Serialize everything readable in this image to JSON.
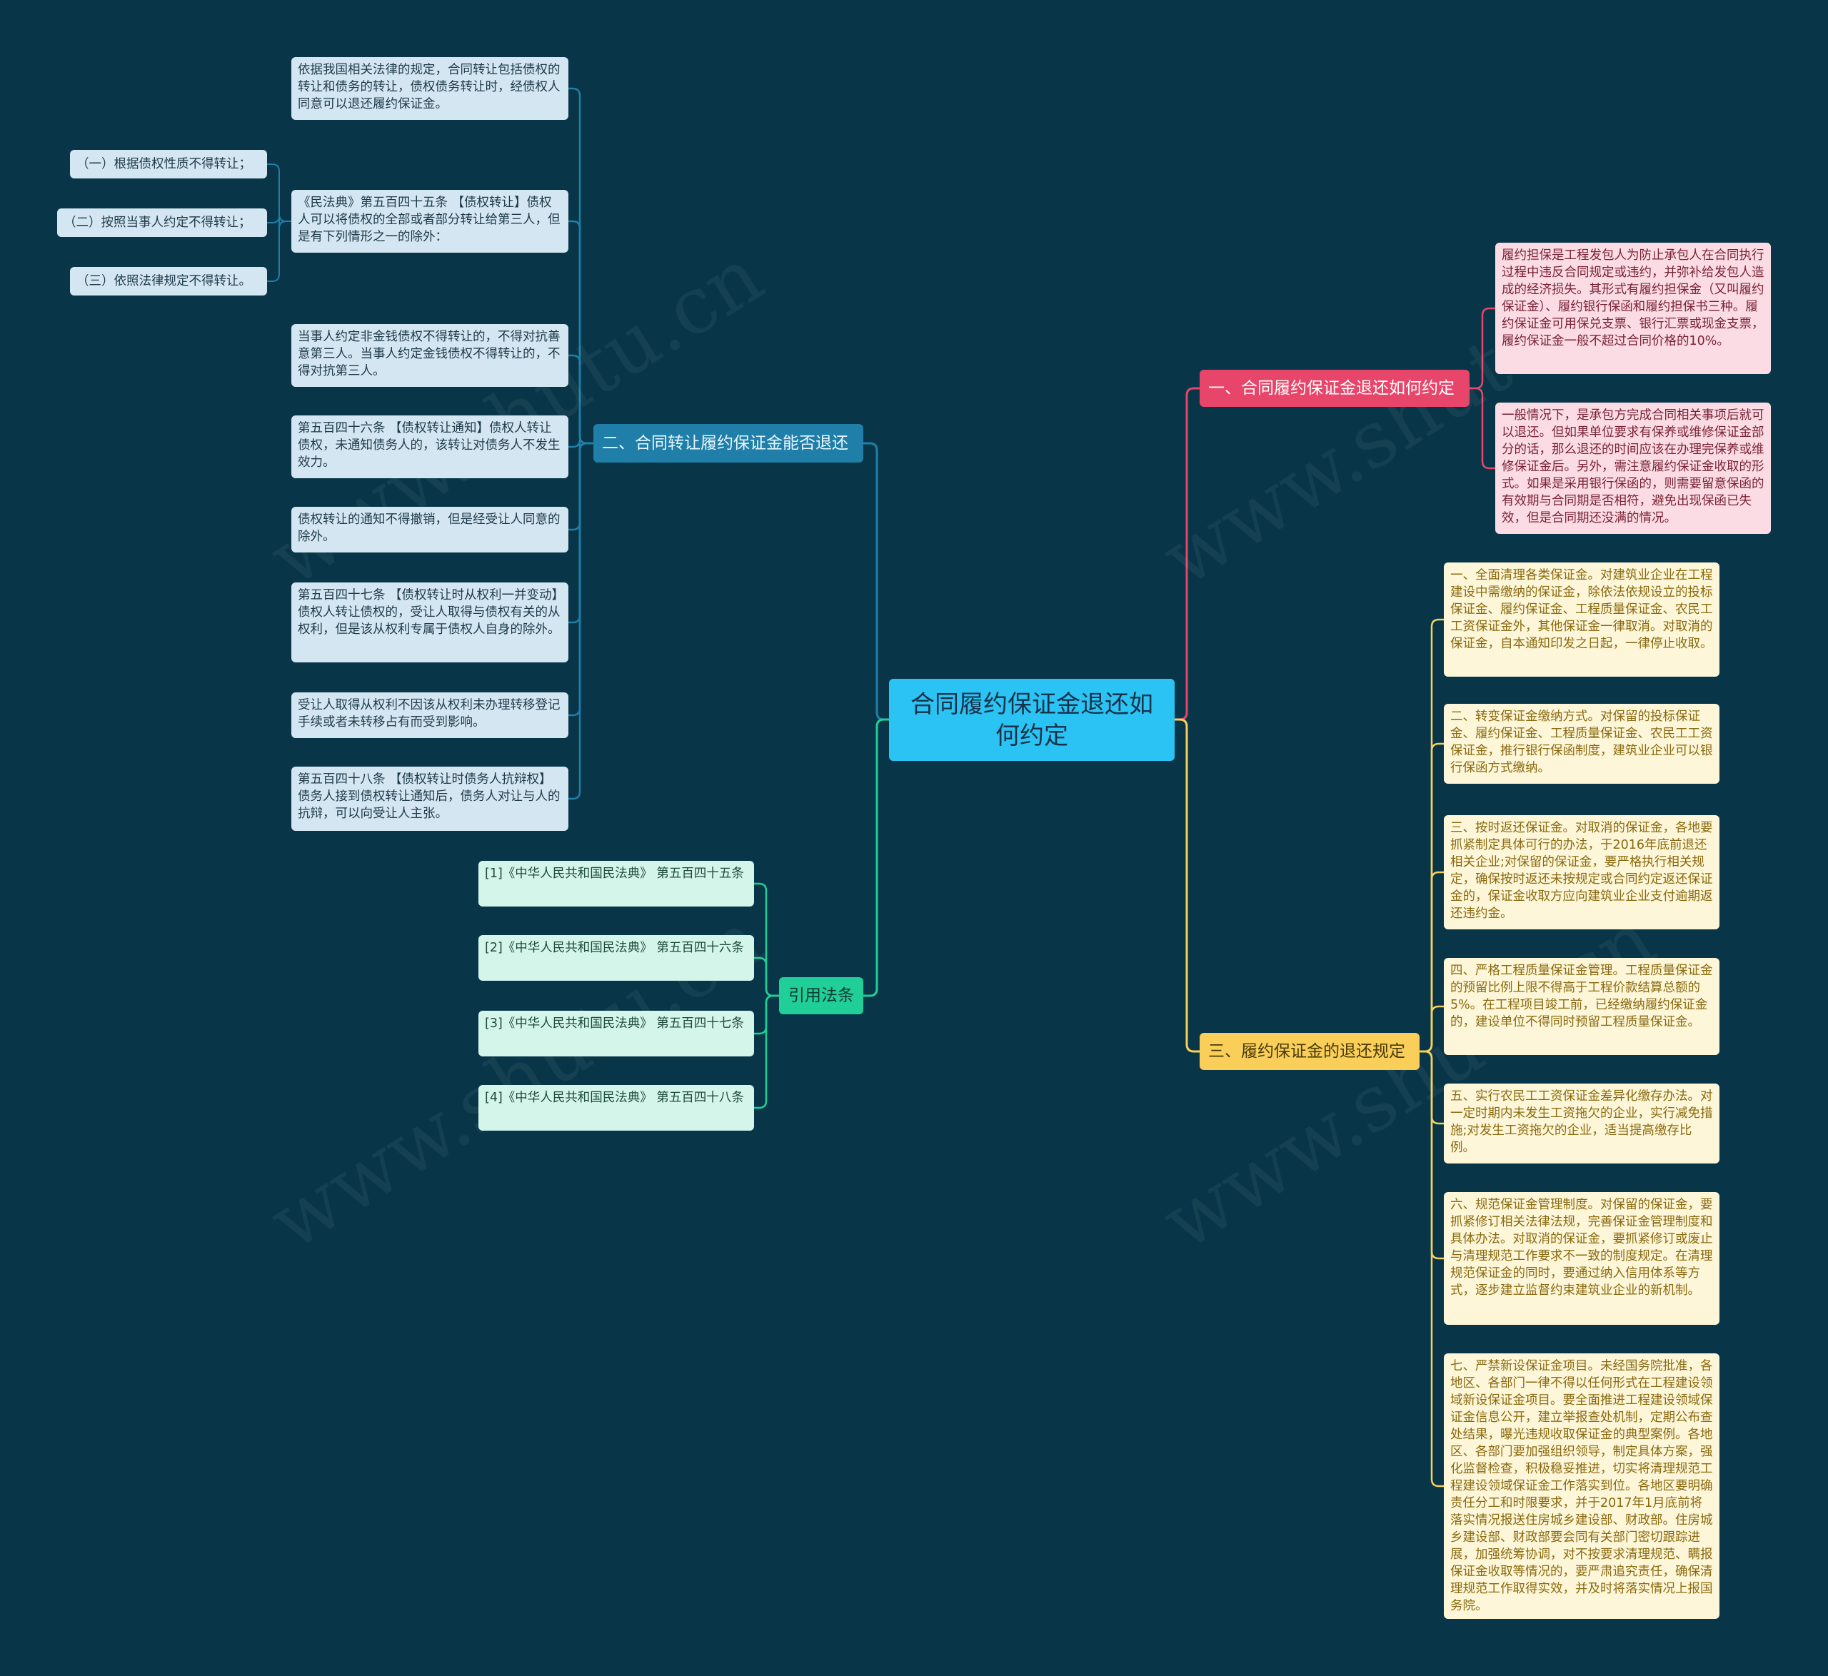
{
  "root": {
    "text": "合同履约保证金退还如何约定"
  },
  "branches": {
    "b1": {
      "label": "一、合同履约保证金退还如何约定",
      "color": "#e8456a",
      "items": [
        "履约担保是工程发包人为防止承包人在合同执行过程中违反合同规定或违约，并弥补给发包人造成的经济损失。其形式有履约担保金（又叫履约保证金）、履约银行保函和履约担保书三种。履约保证金可用保兑支票、银行汇票或现金支票，履约保证金一般不超过合同价格的10%。",
        "一般情况下，是承包方完成合同相关事项后就可以退还。但如果单位要求有保养或维修保证金部分的话，那么退还的时间应该在办理完保养或维修保证金后。另外，需注意履约保证金收取的形式。如果是采用银行保函的，则需要留意保函的有效期与合同期是否相符，避免出现保函已失效，但是合同期还没满的情况。"
      ]
    },
    "b2": {
      "label": "二、合同转让履约保证金能否退还",
      "color": "#1f7fa8",
      "items": [
        "依据我国相关法律的规定，合同转让包括债权的转让和债务的转让，债权债务转让时，经债权人同意可以退还履约保证金。",
        "《民法典》第五百四十五条 【债权转让】债权人可以将债权的全部或者部分转让给第三人，但是有下列情形之一的除外：",
        "当事人约定非金钱债权不得转让的，不得对抗善意第三人。当事人约定金钱债权不得转让的，不得对抗第三人。",
        "第五百四十六条 【债权转让通知】债权人转让债权，未通知债务人的，该转让对债务人不发生效力。",
        "债权转让的通知不得撤销，但是经受让人同意的除外。",
        "第五百四十七条 【债权转让时从权利一并变动】债权人转让债权的，受让人取得与债权有关的从权利，但是该从权利专属于债权人自身的除外。",
        "受让人取得从权利不因该从权利未办理转移登记手续或者未转移占有而受到影响。",
        "第五百四十八条 【债权转让时债务人抗辩权】债务人接到债权转让通知后，债务人对让与人的抗辩，可以向受让人主张。"
      ],
      "sub": [
        "（一）根据债权性质不得转让；",
        "（二）按照当事人约定不得转让；",
        "（三）依照法律规定不得转让。"
      ]
    },
    "b3": {
      "label": "三、履约保证金的退还规定",
      "color": "#f9cf5a",
      "items": [
        "一、全面清理各类保证金。对建筑业企业在工程建设中需缴纳的保证金，除依法依规设立的投标保证金、履约保证金、工程质量保证金、农民工工资保证金外，其他保证金一律取消。对取消的保证金，自本通知印发之日起，一律停止收取。",
        "二、转变保证金缴纳方式。对保留的投标保证金、履约保证金、工程质量保证金、农民工工资保证金，推行银行保函制度，建筑业企业可以银行保函方式缴纳。",
        "三、按时返还保证金。对取消的保证金，各地要抓紧制定具体可行的办法，于2016年底前退还相关企业;对保留的保证金，要严格执行相关规定，确保按时返还未按规定或合同约定返还保证金的，保证金收取方应向建筑业企业支付逾期返还违约金。",
        "四、严格工程质量保证金管理。工程质量保证金的预留比例上限不得高于工程价款结算总额的5%。在工程项目竣工前，已经缴纳履约保证金的，建设单位不得同时预留工程质量保证金。",
        "五、实行农民工工资保证金差异化缴存办法。对一定时期内未发生工资拖欠的企业，实行减免措施;对发生工资拖欠的企业，适当提高缴存比例。",
        "六、规范保证金管理制度。对保留的保证金，要抓紧修订相关法律法规，完善保证金管理制度和具体办法。对取消的保证金，要抓紧修订或废止与清理规范工作要求不一致的制度规定。在清理规范保证金的同时，要通过纳入信用体系等方式，逐步建立监督约束建筑业企业的新机制。",
        "七、严禁新设保证金项目。未经国务院批准，各地区、各部门一律不得以任何形式在工程建设领域新设保证金项目。要全面推进工程建设领域保证金信息公开，建立举报查处机制，定期公布查处结果，曝光违规收取保证金的典型案例。各地区、各部门要加强组织领导，制定具体方案，强化监督检查，积极稳妥推进，切实将清理规范工程建设领域保证金工作落实到位。各地区要明确责任分工和时限要求，并于2017年1月底前将落实情况报送住房城乡建设部、财政部。住房城乡建设部、财政部要会同有关部门密切跟踪进展，加强统筹协调，对不按要求清理规范、瞒报保证金收取等情况的，要严肃追究责任，确保清理规范工作取得实效，并及时将落实情况上报国务院。"
      ]
    },
    "b4": {
      "label": "引用法条",
      "color": "#1fcf97",
      "items": [
        "[1]《中华人民共和国民法典》 第五百四十五条",
        "[2]《中华人民共和国民法典》 第五百四十六条",
        "[3]《中华人民共和国民法典》 第五百四十七条",
        "[4]《中华人民共和国民法典》 第五百四十八条"
      ]
    }
  },
  "watermark": "www.shutu.cn"
}
